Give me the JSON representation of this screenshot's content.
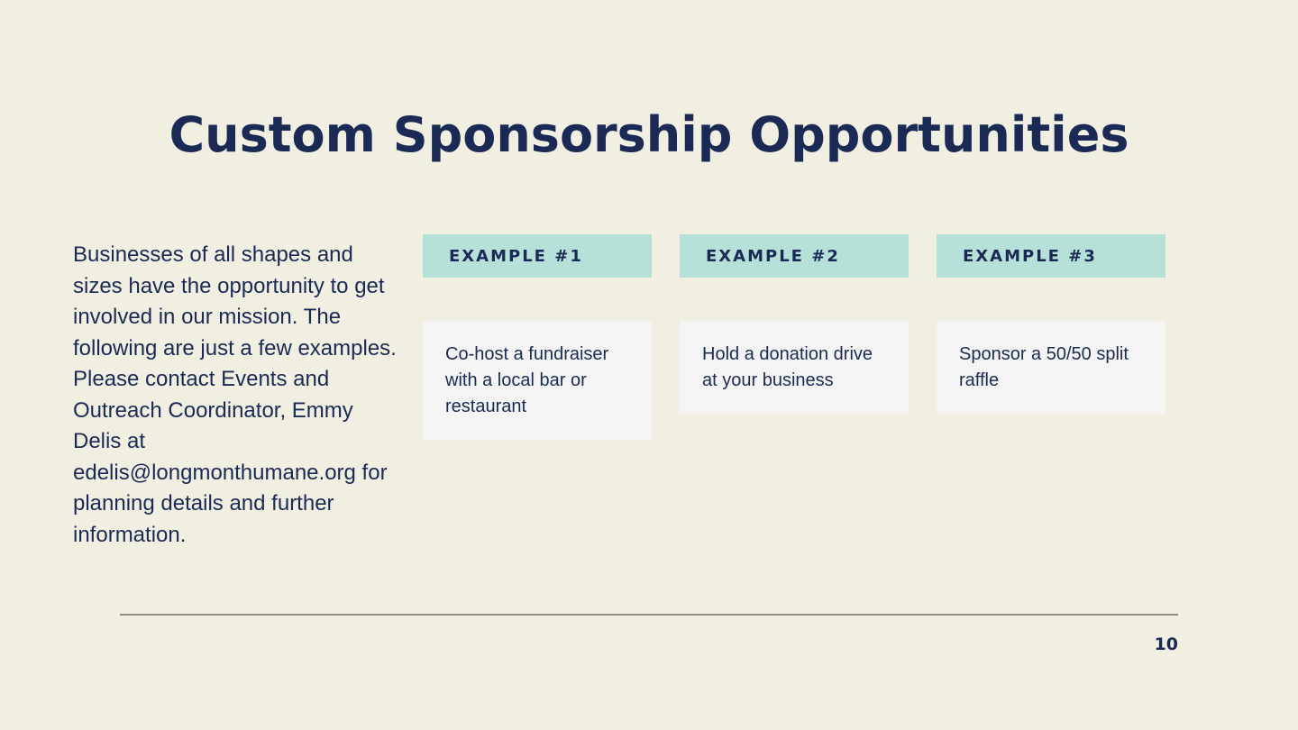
{
  "slide": {
    "title": "Custom Sponsorship Opportunities",
    "intro": "Businesses of all shapes and sizes have the opportunity to get involved in our mission. The following are just a few examples. Please contact Events and Outreach Coordinator, Emmy Delis at edelis@longmonthumane.org for planning details and further information.",
    "examples": [
      {
        "header": "EXAMPLE #1",
        "body": "Co-host a fundraiser with a local bar or restaurant"
      },
      {
        "header": "EXAMPLE #2",
        "body": "Hold a donation drive at your business"
      },
      {
        "header": "EXAMPLE #3",
        "body": "Sponsor a 50/50 split raffle"
      }
    ],
    "page_number": "10"
  },
  "colors": {
    "background": "#f1efe2",
    "text": "#1a2a55",
    "header_fill": "#b6e1d9",
    "card_fill": "#f4f4f4",
    "divider": "#8f9180"
  }
}
